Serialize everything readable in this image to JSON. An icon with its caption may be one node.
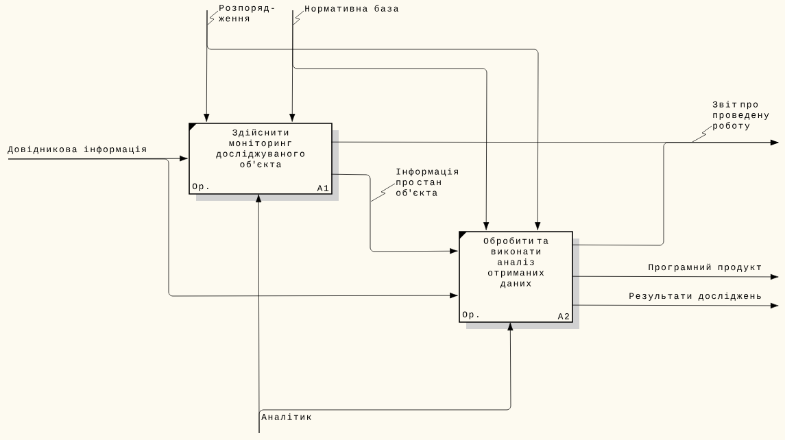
{
  "diagram": {
    "nodes": [
      {
        "text": [
          "Здійснити моніторинг досліджуваного об'єкта",
          "Op.",
          "A1"
        ]
      },
      {
        "text": [
          "Обробити та виконати аналіз отриманих даних",
          "Op.",
          "A2"
        ]
      }
    ],
    "edges": [
      {
        "from": null,
        "to": 0,
        "arrow": "to",
        "label": "Розпоряд- ження"
      },
      {
        "from": null,
        "to": 1,
        "arrow": "to"
      },
      {
        "from": null,
        "to": 0,
        "arrow": "to",
        "label": "Нормативна база"
      },
      {
        "from": null,
        "to": 1,
        "arrow": "to"
      },
      {
        "from": null,
        "to": 0,
        "arrow": "to",
        "label": "Довідникова інформація"
      },
      {
        "from": null,
        "to": 1,
        "arrow": "to"
      },
      {
        "from": null,
        "to": 0,
        "arrow": "to",
        "label": "Аналітик"
      },
      {
        "from": null,
        "to": 1,
        "arrow": "to"
      },
      {
        "from": 0,
        "to": 1,
        "arrow": "to",
        "label": "Інформація про стан об'єкта"
      },
      {
        "from": 0,
        "to": null,
        "arrow": "to",
        "label": "Звіт про проведену роботу"
      },
      {
        "from": 1,
        "to": null,
        "arrow": "to"
      },
      {
        "from": 1,
        "to": null,
        "arrow": "to",
        "label": "Програмний продукт"
      },
      {
        "from": 1,
        "to": null,
        "arrow": "to",
        "label": "Результати досліджень"
      }
    ]
  }
}
